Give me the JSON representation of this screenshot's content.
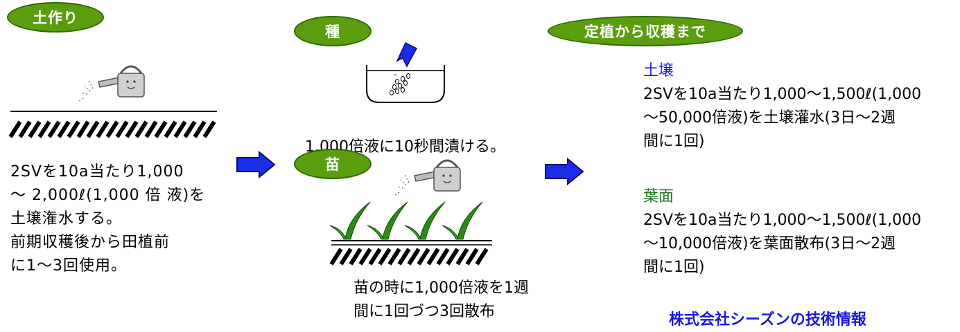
{
  "step1": {
    "badge": "土作り",
    "lines": [
      "2SVを10a当たり1,000",
      "～ 2,000ℓ(1,000 倍 液)を",
      "土壌潅水する。",
      "前期収穫後から田植前",
      "に1～3回使用。"
    ]
  },
  "step2": {
    "badge": "種",
    "caption": "1,000倍液に10秒間漬ける。"
  },
  "step3": {
    "badge": "苗",
    "lines": [
      "苗の時に1,000倍液を1週",
      "間に1回づつ3回散布"
    ]
  },
  "step4": {
    "badge": "定植から収穫まで",
    "soil": {
      "heading": "土壌",
      "lines": [
        "2SVを10a当たり1,000～1,500ℓ(1,000",
        "～50,000倍液)を土壌灌水(3日～2週",
        "間に1回)"
      ]
    },
    "leaf": {
      "heading": "葉面",
      "lines": [
        "2SVを10a当たり1,000～1,500ℓ(1,000",
        "～10,000倍液)を葉面散布(3日～2週",
        "間に1回)"
      ]
    },
    "footer_link": "株式会社シーズンの技術情報"
  },
  "colors": {
    "badge_green": "#5a9e0f",
    "arrow_blue": "#1a2ee8",
    "heading_blue": "#1818e0",
    "heading_green": "#1f7a1f"
  }
}
